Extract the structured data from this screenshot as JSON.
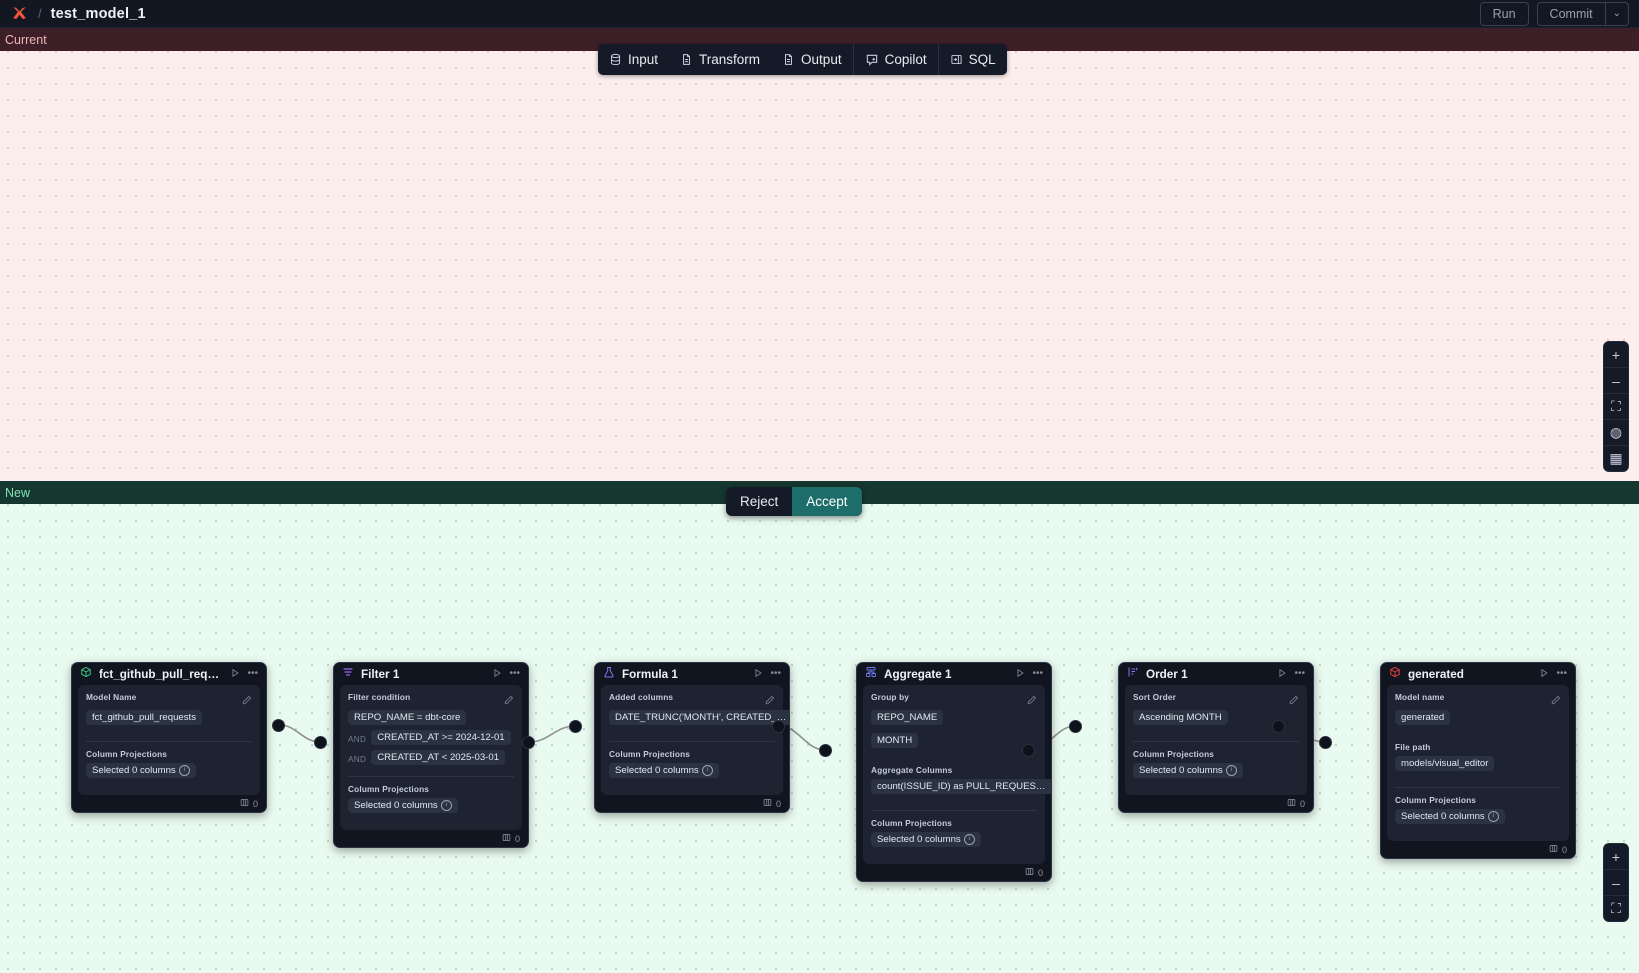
{
  "topbar": {
    "logo_icon": "x-logo-icon",
    "separator": "/",
    "model_title": "test_model_1",
    "run_label": "Run",
    "commit_label": "Commit",
    "commit_caret": "⌄"
  },
  "bands": {
    "current_label": "Current",
    "new_label": "New"
  },
  "panel_tabs": [
    {
      "label": "Input",
      "icon": "database-icon"
    },
    {
      "label": "Transform",
      "icon": "document-icon"
    },
    {
      "label": "Output",
      "icon": "document-icon"
    },
    {
      "label": "Copilot",
      "icon": "copilot-sparkle-icon"
    },
    {
      "label": "SQL",
      "icon": "sql-panel-icon"
    }
  ],
  "decision": {
    "reject_label": "Reject",
    "accept_label": "Accept"
  },
  "zoom_controls_top": [
    {
      "icon": "zoom-in-icon",
      "glyph": "+"
    },
    {
      "icon": "zoom-out-icon",
      "glyph": "–"
    },
    {
      "icon": "fit-view-icon",
      "glyph": "⛶"
    },
    {
      "icon": "lock-globe-icon",
      "glyph": "◍"
    },
    {
      "icon": "grid-toggle-icon",
      "glyph": "▦"
    }
  ],
  "zoom_controls_bottom": [
    {
      "icon": "zoom-in-icon",
      "glyph": "+"
    },
    {
      "icon": "zoom-out-icon",
      "glyph": "–"
    },
    {
      "icon": "fit-view-icon",
      "glyph": "⛶"
    }
  ],
  "colors": {
    "current_band": "#3d1f27",
    "new_band": "#16372f",
    "accept": "#1d6d6b",
    "logo_red": "#f1563c",
    "source_node_icon": "#3ec98a",
    "output_node_icon": "#e7413a",
    "filter_icon": "#9b6cf2",
    "formula_icon": "#7b7bf5",
    "aggregate_icon": "#6f7cf0",
    "order_icon": "#8f6ef2"
  },
  "nodes": [
    {
      "id": "source",
      "title": "fct_github_pull_requests",
      "icon": "cube-green-icon",
      "run_icon": "play-icon",
      "menu_icon": "more-icon",
      "fields": [
        {
          "label": "Model Name",
          "values": [
            "fct_github_pull_requests"
          ],
          "editable": true
        },
        {
          "label": "Column Projections",
          "values": [
            "Selected 0 columns"
          ],
          "info": true
        }
      ],
      "footer_icon": "columns-icon",
      "footer_count": "0"
    },
    {
      "id": "filter",
      "title": "Filter 1",
      "icon": "filter-icon",
      "run_icon": "play-icon",
      "menu_icon": "more-icon",
      "fields": [
        {
          "label": "Filter condition",
          "editable": true,
          "conditions": [
            {
              "op": "",
              "text": "REPO_NAME = dbt-core"
            },
            {
              "op": "AND",
              "text": "CREATED_AT >= 2024-12-01"
            },
            {
              "op": "AND",
              "text": "CREATED_AT < 2025-03-01"
            }
          ]
        },
        {
          "label": "Column Projections",
          "values": [
            "Selected 0 columns"
          ],
          "info": true
        }
      ],
      "footer_icon": "columns-icon",
      "footer_count": "0"
    },
    {
      "id": "formula",
      "title": "Formula 1",
      "icon": "formula-flask-icon",
      "run_icon": "play-icon",
      "menu_icon": "more-icon",
      "fields": [
        {
          "label": "Added columns",
          "values": [
            "DATE_TRUNC('MONTH', CREATED_AT..."
          ],
          "editable": true
        },
        {
          "label": "Column Projections",
          "values": [
            "Selected 0 columns"
          ],
          "info": true
        }
      ],
      "footer_icon": "columns-icon",
      "footer_count": "0"
    },
    {
      "id": "aggregate",
      "title": "Aggregate 1",
      "icon": "aggregate-icon",
      "run_icon": "play-icon",
      "menu_icon": "more-icon",
      "fields": [
        {
          "label": "Group by",
          "values": [
            "REPO_NAME",
            "MONTH"
          ],
          "editable": true
        },
        {
          "label": "Aggregate Columns",
          "values": [
            "count(ISSUE_ID) as PULL_REQUEST_..."
          ]
        },
        {
          "label": "Column Projections",
          "values": [
            "Selected 0 columns"
          ],
          "info": true
        }
      ],
      "footer_icon": "columns-icon",
      "footer_count": "0"
    },
    {
      "id": "order",
      "title": "Order 1",
      "icon": "order-sort-icon",
      "run_icon": "play-icon",
      "menu_icon": "more-icon",
      "fields": [
        {
          "label": "Sort Order",
          "values": [
            "Ascending MONTH"
          ],
          "editable": true
        },
        {
          "label": "Column Projections",
          "values": [
            "Selected 0 columns"
          ],
          "info": true
        }
      ],
      "footer_icon": "columns-icon",
      "footer_count": "0"
    },
    {
      "id": "output",
      "title": "generated",
      "icon": "cube-red-icon",
      "run_icon": "play-icon",
      "menu_icon": "more-icon",
      "fields": [
        {
          "label": "Model name",
          "values": [
            "generated"
          ],
          "editable": true
        },
        {
          "label": "File path",
          "values": [
            "models/visual_editor"
          ]
        },
        {
          "label": "Column Projections",
          "values": [
            "Selected 0 columns"
          ],
          "info": true
        }
      ],
      "footer_icon": "columns-icon",
      "footer_count": "0"
    }
  ]
}
